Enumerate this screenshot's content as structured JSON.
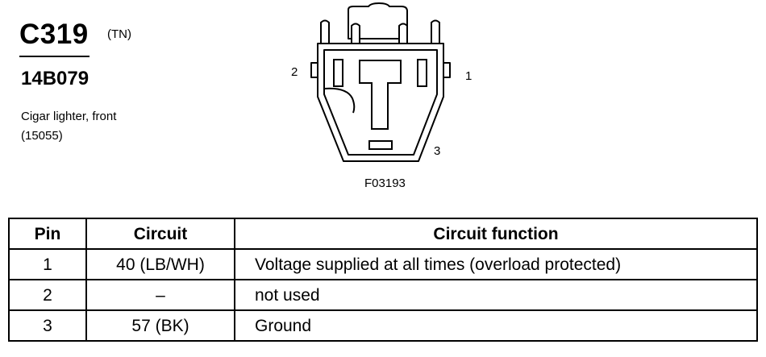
{
  "connector": {
    "id": "C319",
    "color": "(TN)",
    "part_number": "14B079",
    "description_line1": "Cigar lighter, front",
    "description_line2": "(15055)"
  },
  "diagram": {
    "pin_labels": [
      "1",
      "2",
      "3"
    ],
    "figure_id": "F03193"
  },
  "table": {
    "headers": [
      "Pin",
      "Circuit",
      "Circuit function"
    ],
    "rows": [
      {
        "pin": "1",
        "circuit": "40 (LB/WH)",
        "function": "Voltage supplied at all times (overload protected)"
      },
      {
        "pin": "2",
        "circuit": "–",
        "function": "not used"
      },
      {
        "pin": "3",
        "circuit": "57 (BK)",
        "function": "Ground"
      }
    ]
  }
}
